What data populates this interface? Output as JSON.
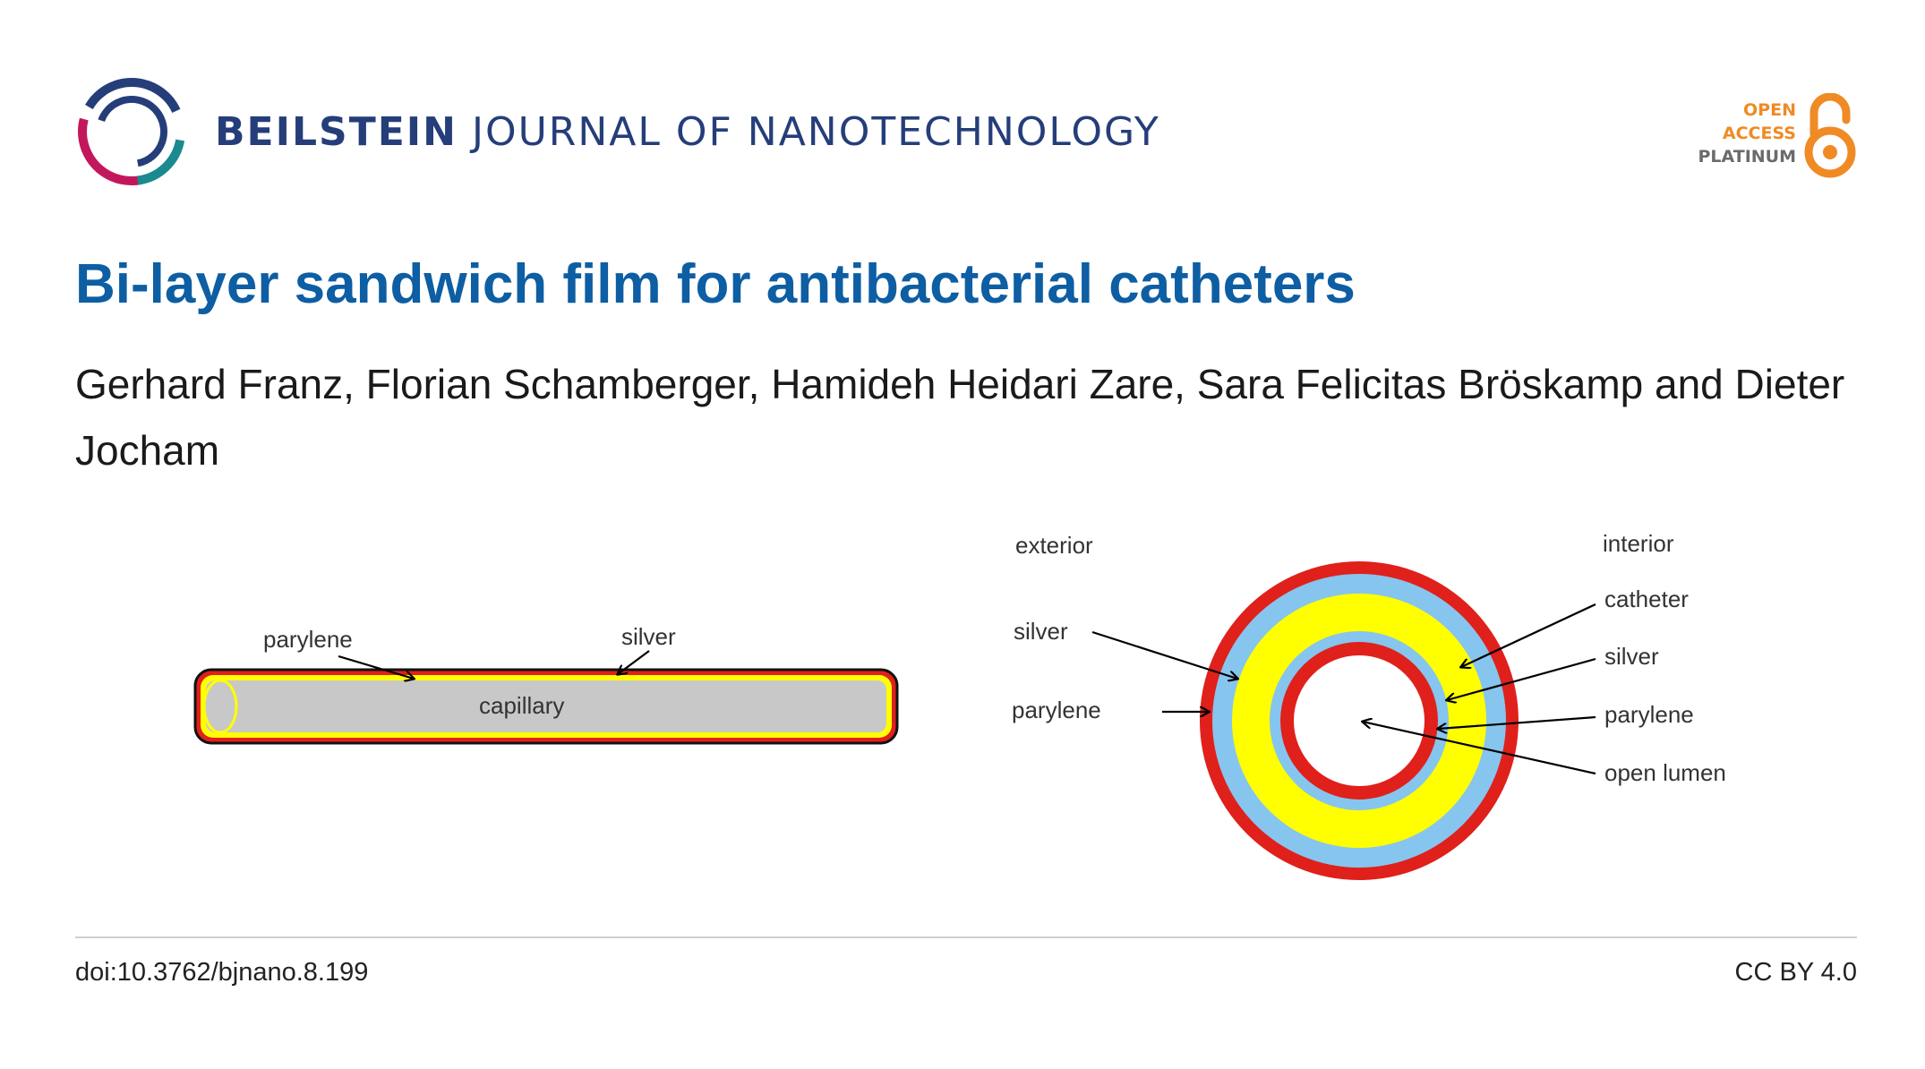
{
  "journal": {
    "name_bold": "BEILSTEIN",
    "name_rest": "JOURNAL OF NANOTECHNOLOGY"
  },
  "badge": {
    "line1": "OPEN",
    "line2": "ACCESS",
    "line3": "PLATINUM",
    "icon": "open-access-lock-icon"
  },
  "article": {
    "title": "Bi-layer sandwich film for antibacterial catheters",
    "authors": "Gerhard Franz, Florian Schamberger, Hamideh Heidari Zare, Sara Felicitas Bröskamp and Dieter Jocham"
  },
  "figure": {
    "capillary": {
      "label_parylene": "parylene",
      "label_silver": "silver",
      "label_capillary": "capillary"
    },
    "cross_section": {
      "label_exterior": "exterior",
      "label_interior": "interior",
      "label_silver_left": "silver",
      "label_parylene_left": "parylene",
      "label_catheter": "catheter",
      "label_silver_right": "silver",
      "label_parylene_right": "parylene",
      "label_open_lumen": "open lumen"
    },
    "colors": {
      "parylene": "#e0201b",
      "silver": "#86c5ee",
      "catheter": "#ffff00",
      "capillary": "#c8c8c8"
    }
  },
  "footer": {
    "doi": "doi:10.3762/bjnano.8.199",
    "license": "CC BY 4.0"
  }
}
